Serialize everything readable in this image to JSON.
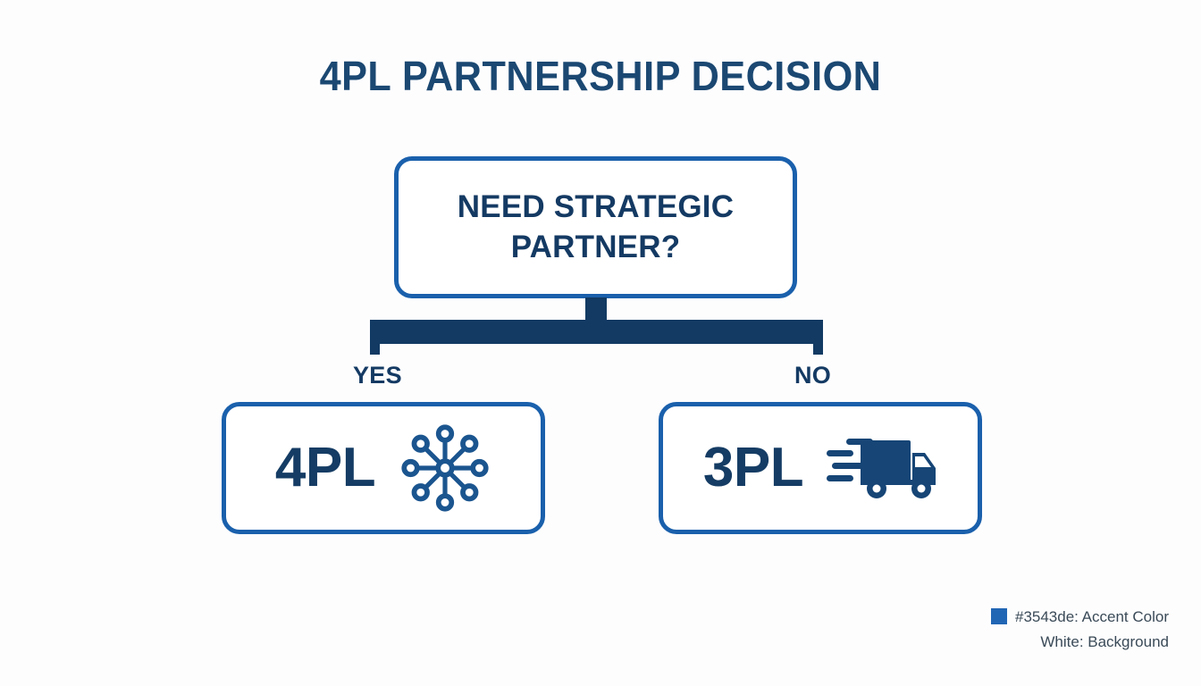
{
  "page": {
    "title": "4PL PARTNERSHIP DECISION",
    "background_color": "#fdfdfe"
  },
  "decision": {
    "question": "NEED STRATEGIC PARTNER?",
    "border_color": "#1a60ac",
    "text_color": "#143a63"
  },
  "connector": {
    "color": "#123a63"
  },
  "branches": [
    {
      "label": "YES",
      "outcome": "4PL"
    },
    {
      "label": "NO",
      "outcome": "3PL"
    }
  ],
  "outcomes": [
    {
      "label": "4PL",
      "icon": "network-hub-icon",
      "border_color": "#1a60ac",
      "text_color": "#153c64"
    },
    {
      "label": "3PL",
      "icon": "delivery-truck-icon",
      "border_color": "#1a60ac",
      "text_color": "#153c64"
    }
  ],
  "legend": {
    "accent": "#3543de: Accent Color",
    "background": "White: Background",
    "swatch_color": "#2166b5",
    "text_color": "#3a4a57"
  }
}
